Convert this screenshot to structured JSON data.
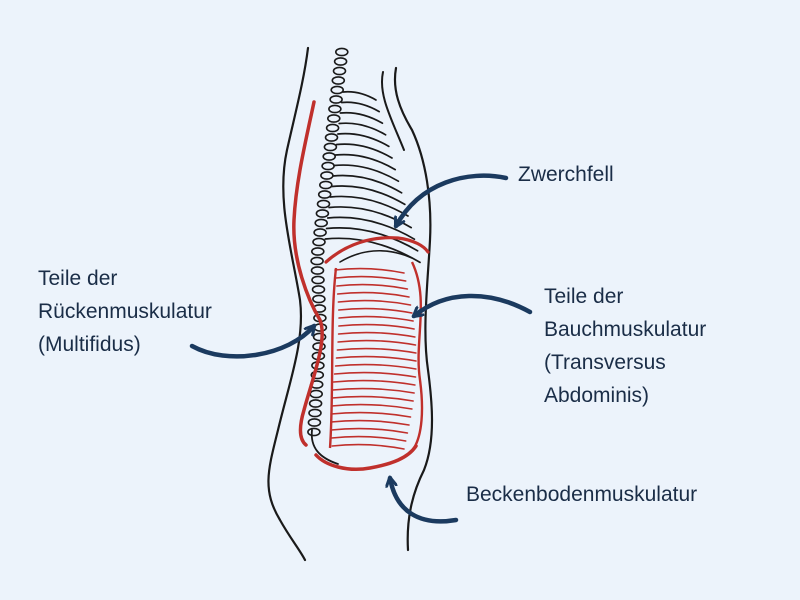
{
  "labels": {
    "zwerchfell": [
      "Zwerchfell"
    ],
    "ruecken": [
      "Teile der",
      "Rückenmuskulatur",
      "(Multifidus)"
    ],
    "bauch": [
      "Teile der",
      "Bauchmuskulatur",
      "(Transversus",
      "Abdominis)"
    ],
    "becken": [
      "Beckenbodenmuskulatur"
    ]
  },
  "colors": {
    "background": "#ecf3fb",
    "ink": "#1a1a1a",
    "muscle_red": "#c0302c",
    "arrow_navy": "#1b3a5f",
    "text": "#1a2d47"
  }
}
